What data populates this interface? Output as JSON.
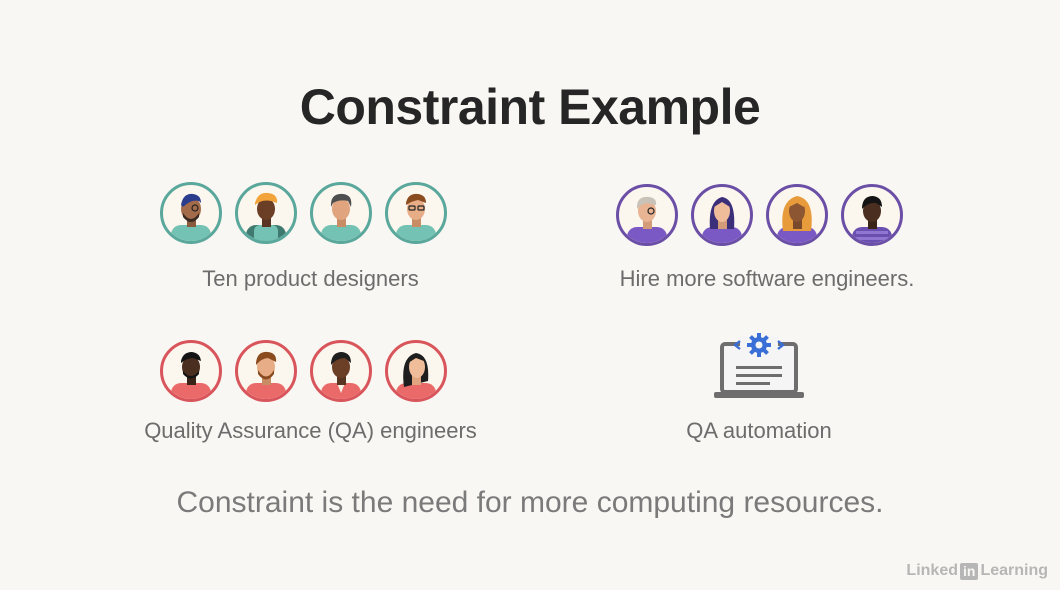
{
  "slide": {
    "title": "Constraint Example",
    "groups": {
      "designers": {
        "caption": "Ten product designers",
        "color": "#5aa79c",
        "avatar_count": 4
      },
      "software_engineers": {
        "caption": "Hire more software engineers.",
        "color": "#6b4fa6",
        "avatar_count": 4
      },
      "qa_engineers": {
        "caption": "Quality Assurance (QA) engineers",
        "color": "#d9555c",
        "avatar_count": 4
      },
      "qa_automation": {
        "caption": "QA automation",
        "icon": "laptop-gear-code-icon",
        "accent": "#3a6fd8"
      }
    },
    "footer": "Constraint is the need for more computing resources."
  },
  "watermark": {
    "prefix": "Linked",
    "box": "in",
    "suffix": "Learning"
  }
}
